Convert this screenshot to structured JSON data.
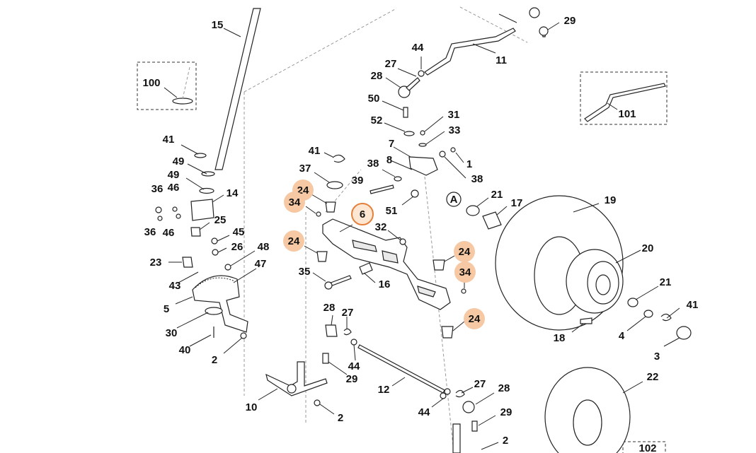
{
  "diagram": {
    "callouts": [
      {
        "id": "c15",
        "num": "15",
        "hl": false
      },
      {
        "id": "c100",
        "num": "100",
        "hl": false
      },
      {
        "id": "c41a",
        "num": "41",
        "hl": false
      },
      {
        "id": "c49a",
        "num": "49",
        "hl": false
      },
      {
        "id": "c49b",
        "num": "49",
        "hl": false
      },
      {
        "id": "c36a",
        "num": "36",
        "hl": false
      },
      {
        "id": "c46a",
        "num": "46",
        "hl": false
      },
      {
        "id": "c14",
        "num": "14",
        "hl": false
      },
      {
        "id": "c25",
        "num": "25",
        "hl": false
      },
      {
        "id": "c36b",
        "num": "36",
        "hl": false
      },
      {
        "id": "c46b",
        "num": "46",
        "hl": false
      },
      {
        "id": "c45",
        "num": "45",
        "hl": false
      },
      {
        "id": "c26",
        "num": "26",
        "hl": false
      },
      {
        "id": "c48",
        "num": "48",
        "hl": false
      },
      {
        "id": "c23",
        "num": "23",
        "hl": false
      },
      {
        "id": "c47",
        "num": "47",
        "hl": false
      },
      {
        "id": "c43",
        "num": "43",
        "hl": false
      },
      {
        "id": "c5",
        "num": "5",
        "hl": false
      },
      {
        "id": "c30",
        "num": "30",
        "hl": false
      },
      {
        "id": "c40",
        "num": "40",
        "hl": false
      },
      {
        "id": "c2a",
        "num": "2",
        "hl": false
      },
      {
        "id": "c44a",
        "num": "44",
        "hl": false
      },
      {
        "id": "c11",
        "num": "11",
        "hl": false
      },
      {
        "id": "c29a",
        "num": "29",
        "hl": false
      },
      {
        "id": "c27a",
        "num": "27",
        "hl": false
      },
      {
        "id": "c28a",
        "num": "28",
        "hl": false
      },
      {
        "id": "c50",
        "num": "50",
        "hl": false
      },
      {
        "id": "c52",
        "num": "52",
        "hl": false
      },
      {
        "id": "c31",
        "num": "31",
        "hl": false
      },
      {
        "id": "c33",
        "num": "33",
        "hl": false
      },
      {
        "id": "c7",
        "num": "7",
        "hl": false
      },
      {
        "id": "c8",
        "num": "8",
        "hl": false
      },
      {
        "id": "c1",
        "num": "1",
        "hl": false
      },
      {
        "id": "c38a",
        "num": "38",
        "hl": false
      },
      {
        "id": "c38b",
        "num": "38",
        "hl": false
      },
      {
        "id": "c39",
        "num": "39",
        "hl": false
      },
      {
        "id": "c51",
        "num": "51",
        "hl": false
      },
      {
        "id": "c41b",
        "num": "41",
        "hl": false
      },
      {
        "id": "c37",
        "num": "37",
        "hl": false
      },
      {
        "id": "c24a",
        "num": "24",
        "hl": true
      },
      {
        "id": "c34a",
        "num": "34",
        "hl": true
      },
      {
        "id": "c6",
        "num": "6",
        "hl": true,
        "selected": true
      },
      {
        "id": "c32",
        "num": "32",
        "hl": false
      },
      {
        "id": "c24b",
        "num": "24",
        "hl": true
      },
      {
        "id": "c35",
        "num": "35",
        "hl": false
      },
      {
        "id": "c16",
        "num": "16",
        "hl": false
      },
      {
        "id": "c24c",
        "num": "24",
        "hl": true
      },
      {
        "id": "c34b",
        "num": "34",
        "hl": true
      },
      {
        "id": "c24d",
        "num": "24",
        "hl": true
      },
      {
        "id": "c21a",
        "num": "21",
        "hl": false
      },
      {
        "id": "c17",
        "num": "17",
        "hl": false
      },
      {
        "id": "c19",
        "num": "19",
        "hl": false
      },
      {
        "id": "c20",
        "num": "20",
        "hl": false
      },
      {
        "id": "c21b",
        "num": "21",
        "hl": false
      },
      {
        "id": "c41c",
        "num": "41",
        "hl": false
      },
      {
        "id": "c18",
        "num": "18",
        "hl": false
      },
      {
        "id": "c4",
        "num": "4",
        "hl": false
      },
      {
        "id": "c3",
        "num": "3",
        "hl": false
      },
      {
        "id": "c101",
        "num": "101",
        "hl": false
      },
      {
        "id": "c28b",
        "num": "28",
        "hl": false
      },
      {
        "id": "c27b",
        "num": "27",
        "hl": false
      },
      {
        "id": "c44b",
        "num": "44",
        "hl": false
      },
      {
        "id": "c29b",
        "num": "29",
        "hl": false
      },
      {
        "id": "c12",
        "num": "12",
        "hl": false
      },
      {
        "id": "c10",
        "num": "10",
        "hl": false
      },
      {
        "id": "c2b",
        "num": "2",
        "hl": false
      },
      {
        "id": "c27c",
        "num": "27",
        "hl": false
      },
      {
        "id": "c28c",
        "num": "28",
        "hl": false
      },
      {
        "id": "c44c",
        "num": "44",
        "hl": false
      },
      {
        "id": "c29c",
        "num": "29",
        "hl": false
      },
      {
        "id": "c2c",
        "num": "2",
        "hl": false
      },
      {
        "id": "c22",
        "num": "22",
        "hl": false
      },
      {
        "id": "c102",
        "num": "102",
        "hl": false
      }
    ],
    "marker_A": "A"
  },
  "colors": {
    "highlight": "#f6c9a4",
    "selected_stroke": "#e5803a",
    "line": "#222222"
  }
}
